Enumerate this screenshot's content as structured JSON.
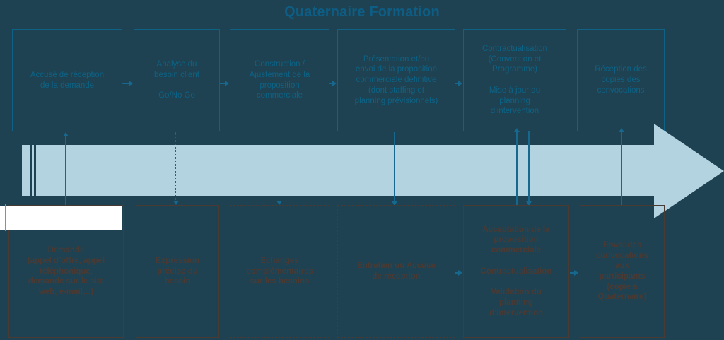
{
  "header": {
    "title": "Quaternaire Formation"
  },
  "colors": {
    "background": "#1e4252",
    "top_accent": "#0d6285",
    "title": "#0d5d84",
    "band": "#b4d3e0",
    "bottom_accent": "#4a3a34",
    "connector": "#17688f",
    "patch": "#ffffff"
  },
  "process_top": {
    "row_label": "quaternaire-formation-steps",
    "steps": [
      {
        "id": 1,
        "label": "Accusé de réception\nde la demande"
      },
      {
        "id": 2,
        "label": "Analyse du\nbesoin client\n\nGo/No Go"
      },
      {
        "id": 3,
        "label": "Construction /\nAjustement de la\nproposition\ncommerciale"
      },
      {
        "id": 4,
        "label": "Présentation et/ou\nenvoi de la proposition\ncommerciale définitive\n(dont staffing et\nplanning prévisionnels)"
      },
      {
        "id": 5,
        "label": "Contractualisation\n(Convention et\nProgramme)\n\nMise à jour du\nplanning\nd’intervention"
      },
      {
        "id": 6,
        "label": "Réception des\ncopies des\nconvocations"
      }
    ]
  },
  "process_bottom": {
    "row_label": "client-steps",
    "steps": [
      {
        "id": 1,
        "label": "Demande\n(appel d’offre, appel\ntéléphonique,\ndemande sur le site\nweb, e-mail…)",
        "border": "solid"
      },
      {
        "id": 2,
        "label": "Expression\nprécise du\nbesoin",
        "border": "solid"
      },
      {
        "id": 3,
        "label": "Echanges\ncomplémentaires\nsur les besoins",
        "border": "dashed"
      },
      {
        "id": 4,
        "label": "Entretien ou Accusé\nde réception",
        "border": "dashed"
      },
      {
        "id": 5,
        "label": "Acceptation de la\nproposition\ncommerciale\n\nContractualisation\n\nValidation du\nplanning\nd’intervention",
        "border": "solid"
      },
      {
        "id": 6,
        "label": "Envoi des\nconvocations\naux\nparticipants\n(copie à\nQuaternaire)",
        "border": "solid"
      }
    ]
  },
  "timeline": {
    "name": "process-flow-arrow",
    "direction": "left-to-right",
    "segment_ticks": 3
  }
}
